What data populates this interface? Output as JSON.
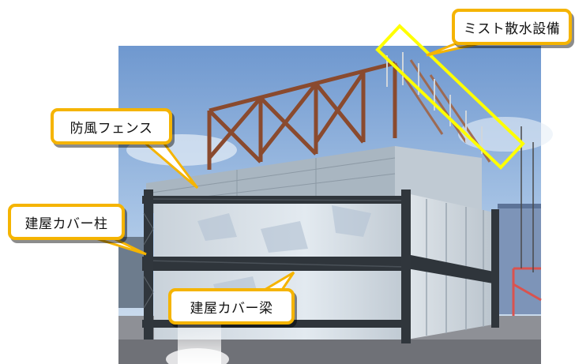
{
  "callouts": {
    "mist": "ミスト散水設備",
    "fence": "防風フェンス",
    "pillar": "建屋カバー柱",
    "beam": "建屋カバー梁"
  },
  "colors": {
    "callout_border": "#f5b400",
    "highlight_box": "#ffff00",
    "sky": "#9fbde0",
    "steel_frame": "#8a4a2e"
  }
}
